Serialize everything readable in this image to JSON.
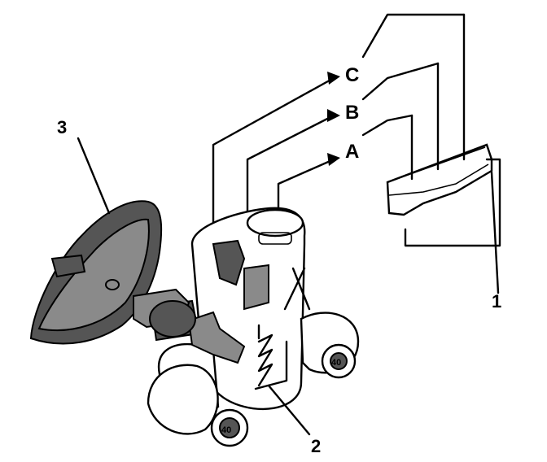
{
  "diagram": {
    "pin_labels": {
      "c": "C",
      "b": "B",
      "a": "A"
    },
    "callouts": {
      "one": "1",
      "two": "2",
      "three": "3"
    },
    "fuse_caps": {
      "left": "40",
      "right": "40"
    }
  }
}
